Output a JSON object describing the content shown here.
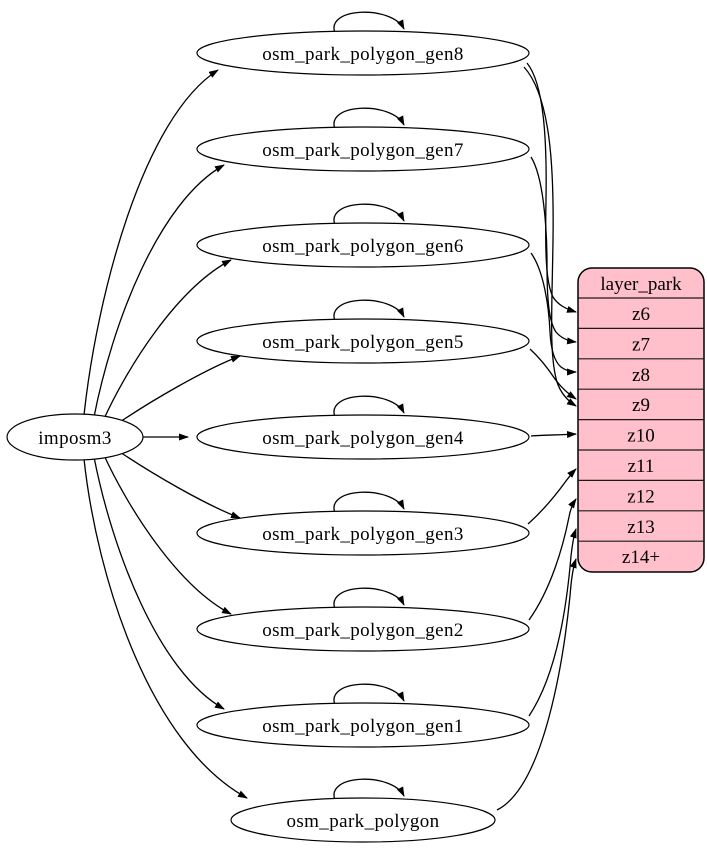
{
  "diagram": {
    "type": "etl-graph",
    "background_color": "#ffffff",
    "edge_color": "#000000",
    "source_node": {
      "label": "imposm3"
    },
    "table_nodes": [
      {
        "label": "osm_park_polygon_gen8"
      },
      {
        "label": "osm_park_polygon_gen7"
      },
      {
        "label": "osm_park_polygon_gen6"
      },
      {
        "label": "osm_park_polygon_gen5"
      },
      {
        "label": "osm_park_polygon_gen4"
      },
      {
        "label": "osm_park_polygon_gen3"
      },
      {
        "label": "osm_park_polygon_gen2"
      },
      {
        "label": "osm_park_polygon_gen1"
      },
      {
        "label": "osm_park_polygon"
      }
    ],
    "layer_table": {
      "header": "layer_park",
      "rows": [
        "z6",
        "z7",
        "z8",
        "z9",
        "z10",
        "z11",
        "z12",
        "z13",
        "z14+"
      ],
      "fill_color": "#ffc0cb",
      "border_color": "#000000"
    },
    "edges": {
      "from_source": [
        {
          "from": "imposm3",
          "to": "osm_park_polygon_gen8"
        },
        {
          "from": "imposm3",
          "to": "osm_park_polygon_gen7"
        },
        {
          "from": "imposm3",
          "to": "osm_park_polygon_gen6"
        },
        {
          "from": "imposm3",
          "to": "osm_park_polygon_gen5"
        },
        {
          "from": "imposm3",
          "to": "osm_park_polygon_gen4"
        },
        {
          "from": "imposm3",
          "to": "osm_park_polygon_gen3"
        },
        {
          "from": "imposm3",
          "to": "osm_park_polygon_gen2"
        },
        {
          "from": "imposm3",
          "to": "osm_park_polygon_gen1"
        },
        {
          "from": "imposm3",
          "to": "osm_park_polygon"
        }
      ],
      "self_loops": [
        "osm_park_polygon_gen8",
        "osm_park_polygon_gen7",
        "osm_park_polygon_gen6",
        "osm_park_polygon_gen5",
        "osm_park_polygon_gen4",
        "osm_park_polygon_gen3",
        "osm_park_polygon_gen2",
        "osm_park_polygon_gen1",
        "osm_park_polygon"
      ],
      "to_layer": [
        {
          "from": "osm_park_polygon_gen8",
          "to": "z6"
        },
        {
          "from": "osm_park_polygon_gen7",
          "to": "z7"
        },
        {
          "from": "osm_park_polygon_gen6",
          "to": "z8"
        },
        {
          "from": "osm_park_polygon_gen5",
          "to": "z9"
        },
        {
          "from": "osm_park_polygon_gen8",
          "to": "z9"
        },
        {
          "from": "osm_park_polygon_gen4",
          "to": "z10"
        },
        {
          "from": "osm_park_polygon_gen3",
          "to": "z11"
        },
        {
          "from": "osm_park_polygon_gen2",
          "to": "z12"
        },
        {
          "from": "osm_park_polygon_gen1",
          "to": "z13"
        },
        {
          "from": "osm_park_polygon",
          "to": "z14+"
        }
      ]
    }
  }
}
